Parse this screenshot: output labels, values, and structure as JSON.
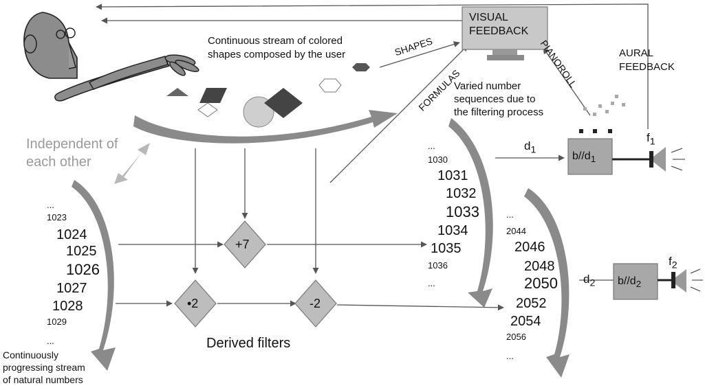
{
  "labels": {
    "visual_feedback_1": "VISUAL",
    "visual_feedback_2": "FEEDBACK",
    "aural_feedback_1": "AURAL",
    "aural_feedback_2": "FEEDBACK",
    "shapes": "SHAPES",
    "formulas": "FORMULAS",
    "pianoroll": "PIANOROLL",
    "stream_desc_1": "Continuous stream of colored",
    "stream_desc_2": "shapes composed by the user",
    "varied_1": "Varied number",
    "varied_2": "sequences due to",
    "varied_3": "the filtering process",
    "independent_1": "Independent of",
    "independent_2": "each other",
    "derived_filters": "Derived filters",
    "natural_1": "Continuously",
    "natural_2": "progressing stream",
    "natural_3": "of natural numbers"
  },
  "filters": {
    "plus7": "+7",
    "times2": "•2",
    "minus2": "-2"
  },
  "outputs": {
    "d1": "d",
    "d1_sub": "1",
    "d2": "d",
    "d2_sub": "2",
    "box1": "b//d",
    "box1_sub": "1",
    "box2": "b//d",
    "box2_sub": "2",
    "f1": "f",
    "f1_sub": "1",
    "f2": "f",
    "f2_sub": "2"
  },
  "streams": {
    "left": [
      {
        "text": "...",
        "size": "s"
      },
      {
        "text": "1023",
        "size": "s"
      },
      {
        "text": "1024",
        "size": "l"
      },
      {
        "text": "1025",
        "size": "l"
      },
      {
        "text": "1026",
        "size": "xl"
      },
      {
        "text": "1027",
        "size": "l"
      },
      {
        "text": "1028",
        "size": "l"
      },
      {
        "text": "1029",
        "size": "s"
      },
      {
        "text": "...",
        "size": "s"
      }
    ],
    "middle": [
      {
        "text": "...",
        "size": "s"
      },
      {
        "text": "1030",
        "size": "s"
      },
      {
        "text": "1031",
        "size": "l"
      },
      {
        "text": "1032",
        "size": "l"
      },
      {
        "text": "1033",
        "size": "xl"
      },
      {
        "text": "1034",
        "size": "l"
      },
      {
        "text": "1035",
        "size": "l"
      },
      {
        "text": "1036",
        "size": "s"
      },
      {
        "text": "...",
        "size": "s"
      }
    ],
    "right": [
      {
        "text": "...",
        "size": "s"
      },
      {
        "text": "2044",
        "size": "s"
      },
      {
        "text": "2046",
        "size": "l"
      },
      {
        "text": "2048",
        "size": "l"
      },
      {
        "text": "2050",
        "size": "xl"
      },
      {
        "text": "2052",
        "size": "l"
      },
      {
        "text": "2054",
        "size": "l"
      },
      {
        "text": "2056",
        "size": "s"
      },
      {
        "text": "...",
        "size": "s"
      }
    ]
  },
  "colors": {
    "arrow_gray": "#8a8a8a",
    "light_gray": "#b8b8b8",
    "box_gray": "#a8a8a8",
    "dark": "#444444"
  }
}
